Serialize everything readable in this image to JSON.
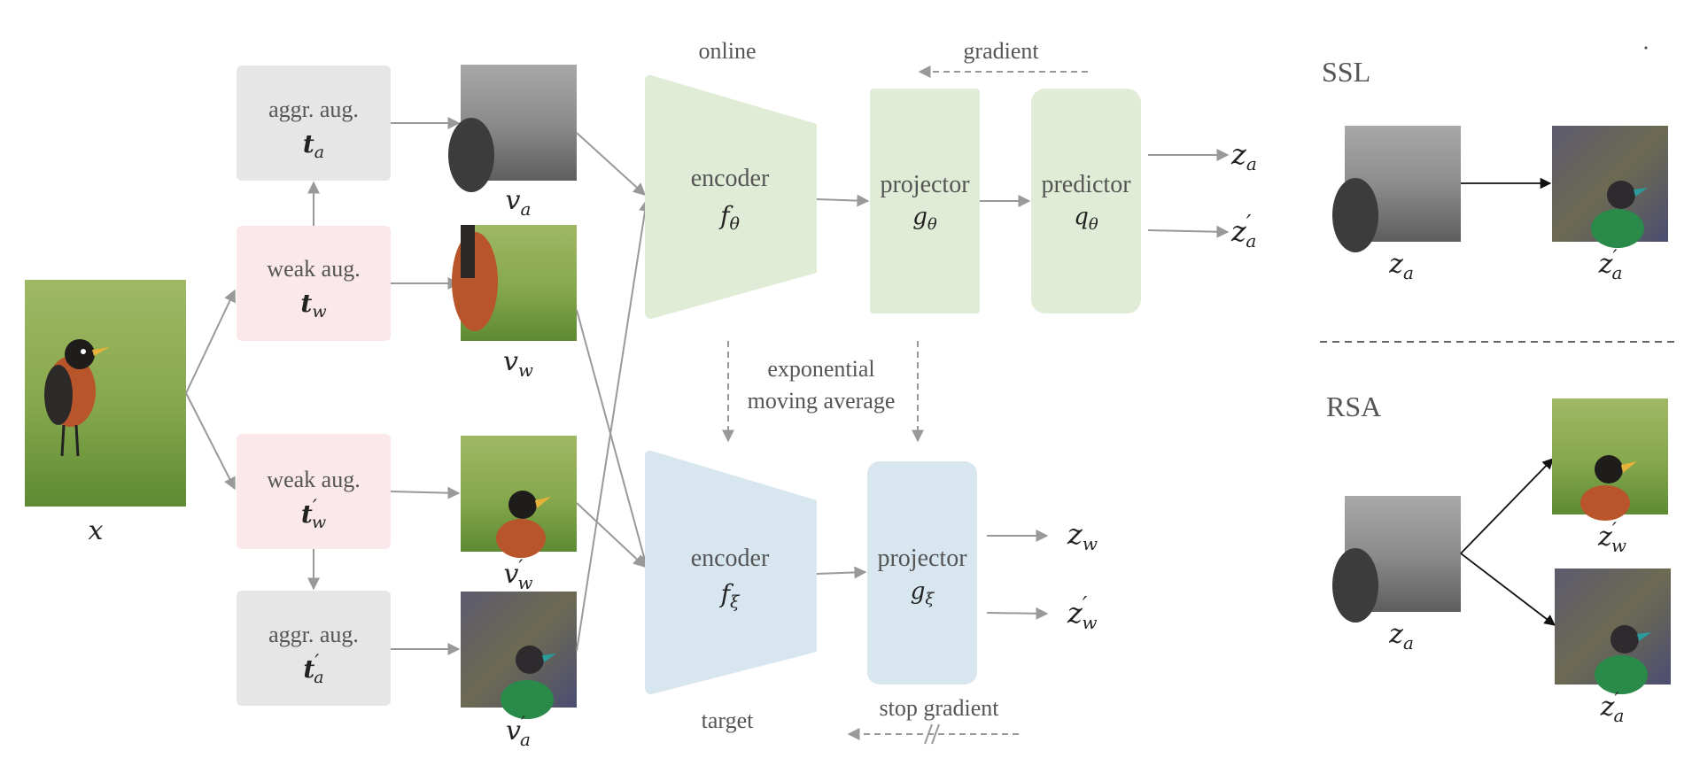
{
  "colors": {
    "aggr_box": "#e6e6e6",
    "weak_box": "#fbe8ea",
    "online": "#e0ecd6",
    "target": "#d8e6f0",
    "arrow": "#999999",
    "text": "#555555",
    "math": "#222222"
  },
  "input": {
    "var": "x"
  },
  "aug": {
    "aggr_top": {
      "line1": "aggr. aug.",
      "sym": "t",
      "sub": "a",
      "prime": ""
    },
    "weak_top": {
      "line1": "weak aug.",
      "sym": "t",
      "sub": "w",
      "prime": ""
    },
    "weak_bot": {
      "line1": "weak aug.",
      "sym": "t",
      "sub": "w",
      "prime": "′"
    },
    "aggr_bot": {
      "line1": "aggr. aug.",
      "sym": "t",
      "sub": "a",
      "prime": "′"
    }
  },
  "views": {
    "va": {
      "sym": "v",
      "sub": "a",
      "prime": ""
    },
    "vw": {
      "sym": "v",
      "sub": "w",
      "prime": ""
    },
    "vw2": {
      "sym": "v",
      "sub": "w",
      "prime": "′"
    },
    "va2": {
      "sym": "v",
      "sub": "a",
      "prime": "′"
    }
  },
  "online": {
    "title": "online",
    "encoder": {
      "label": "encoder",
      "sym": "f",
      "sub": "θ"
    },
    "projector": {
      "label": "projector",
      "sym": "g",
      "sub": "θ"
    },
    "predictor": {
      "label": "predictor",
      "sym": "q",
      "sub": "θ"
    },
    "gradient": "gradient",
    "out1": {
      "sym": "z",
      "sub": "a",
      "prime": ""
    },
    "out2": {
      "sym": "z",
      "sub": "a",
      "prime": "′"
    }
  },
  "ema": {
    "line1": "exponential",
    "line2": "moving average"
  },
  "target": {
    "title": "target",
    "encoder": {
      "label": "encoder",
      "sym": "f",
      "sub": "ξ"
    },
    "projector": {
      "label": "projector",
      "sym": "g",
      "sub": "ξ"
    },
    "stop_gradient": "stop gradient",
    "out1": {
      "sym": "z",
      "sub": "w",
      "prime": ""
    },
    "out2": {
      "sym": "z",
      "sub": "w",
      "prime": "′"
    }
  },
  "ssl": {
    "heading": "SSL",
    "left": {
      "sym": "z",
      "sub": "a",
      "prime": ""
    },
    "right": {
      "sym": "z",
      "sub": "a",
      "prime": "′"
    }
  },
  "rsa": {
    "heading": "RSA",
    "left": {
      "sym": "z",
      "sub": "a",
      "prime": ""
    },
    "top": {
      "sym": "z",
      "sub": "w",
      "prime": "′"
    },
    "bottom": {
      "sym": "z",
      "sub": "a",
      "prime": "′"
    }
  }
}
